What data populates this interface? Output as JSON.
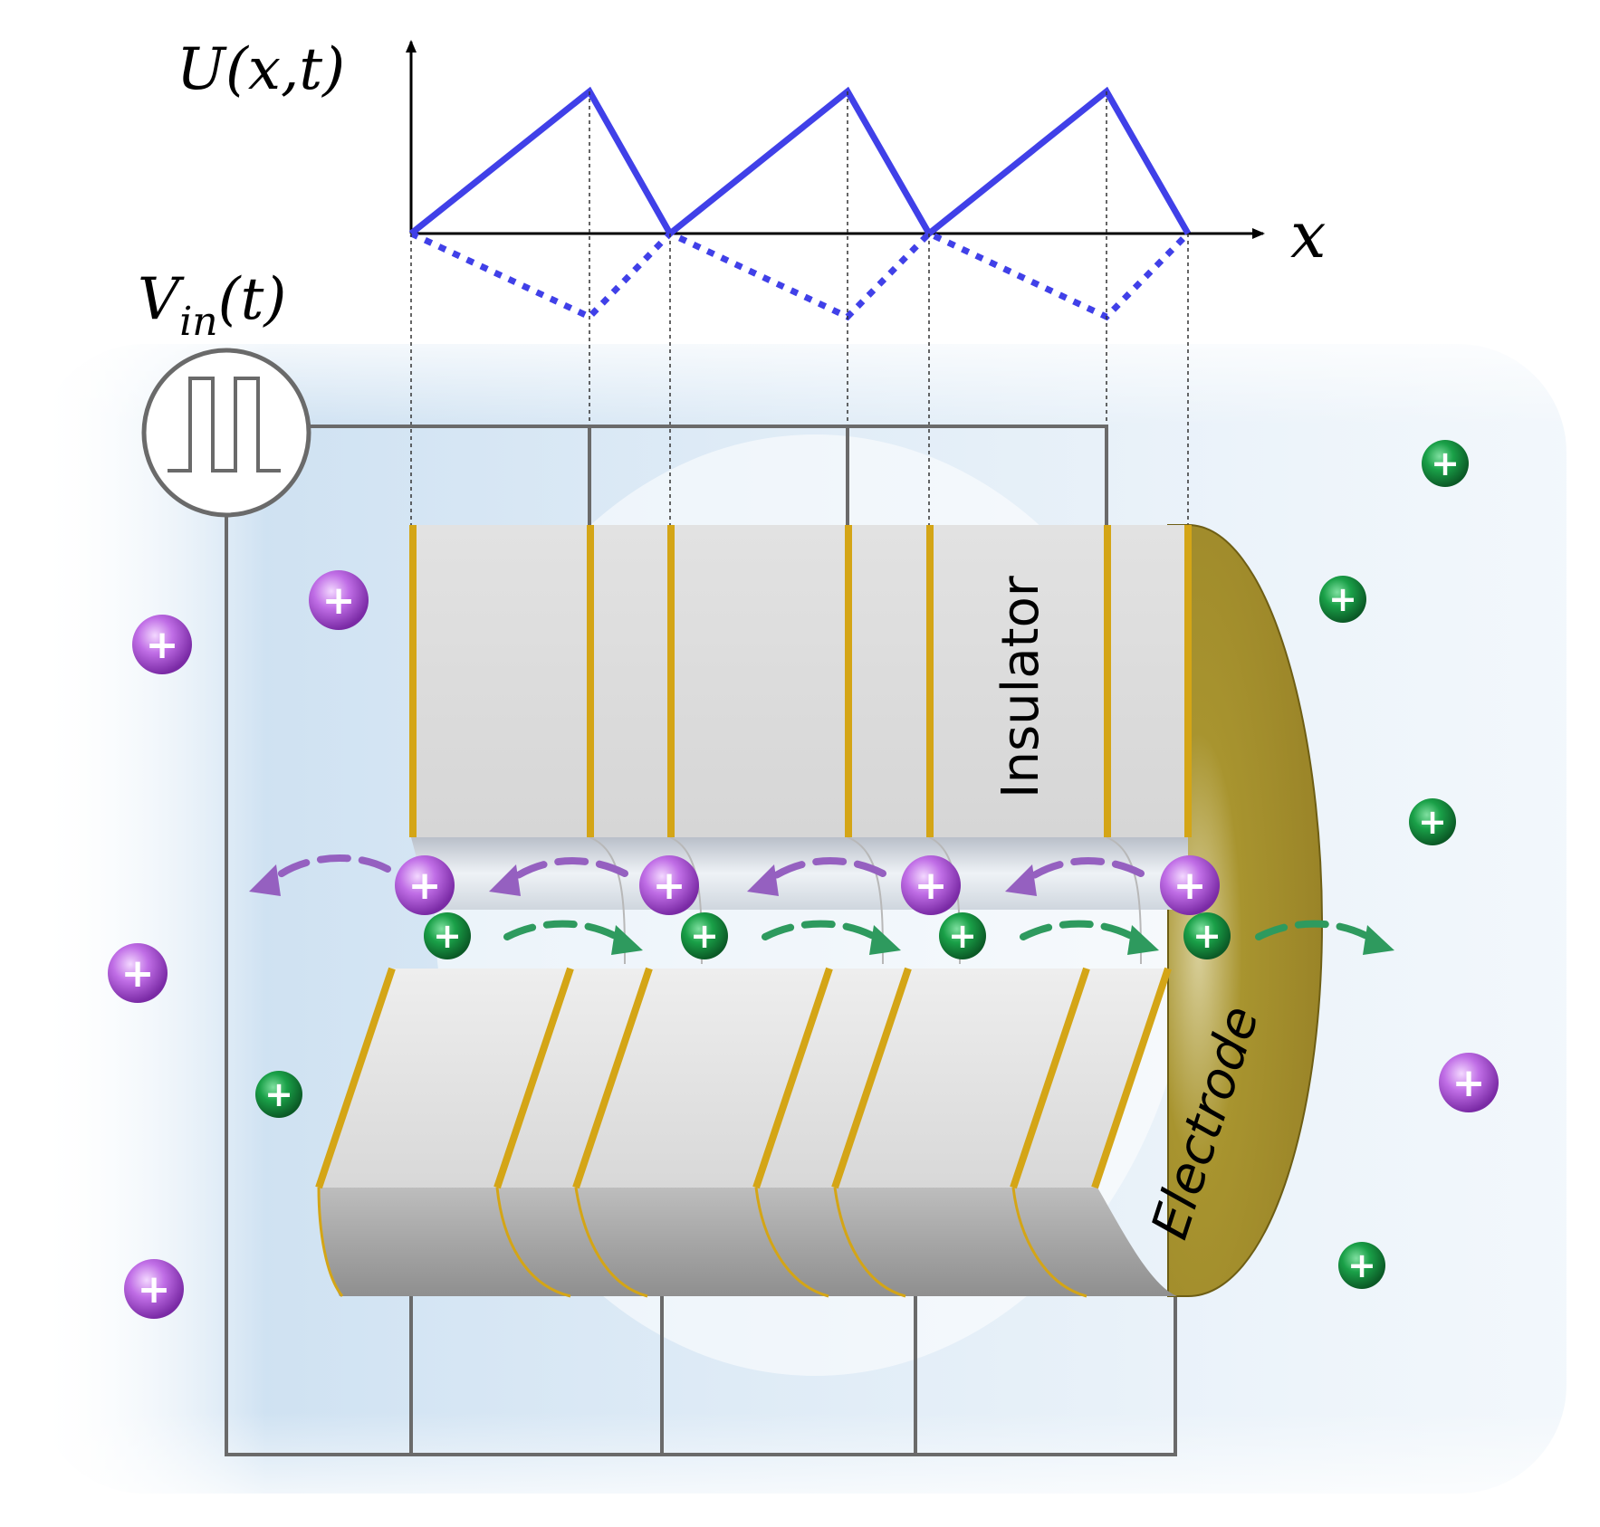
{
  "labels": {
    "potential": "U(x,t)",
    "x_axis": "x",
    "input_main": "V",
    "input_sub": "in",
    "input_arg": "(t)",
    "insulator": "Insulator",
    "electrode": "Electrode"
  },
  "particles": {
    "plus_symbol": "+",
    "colors": {
      "purple": "#b05bd6",
      "green": "#1a8f3f"
    }
  },
  "colors": {
    "potential_line": "#4040e8",
    "wire": "#6a6a6a",
    "gold": "#d4a516",
    "electrode_face": "#a08c2e",
    "insulator": "#dcdcdc",
    "background": "#c8ddf0",
    "arrow_purple": "#9560c0",
    "arrow_green": "#2e9a5e"
  }
}
